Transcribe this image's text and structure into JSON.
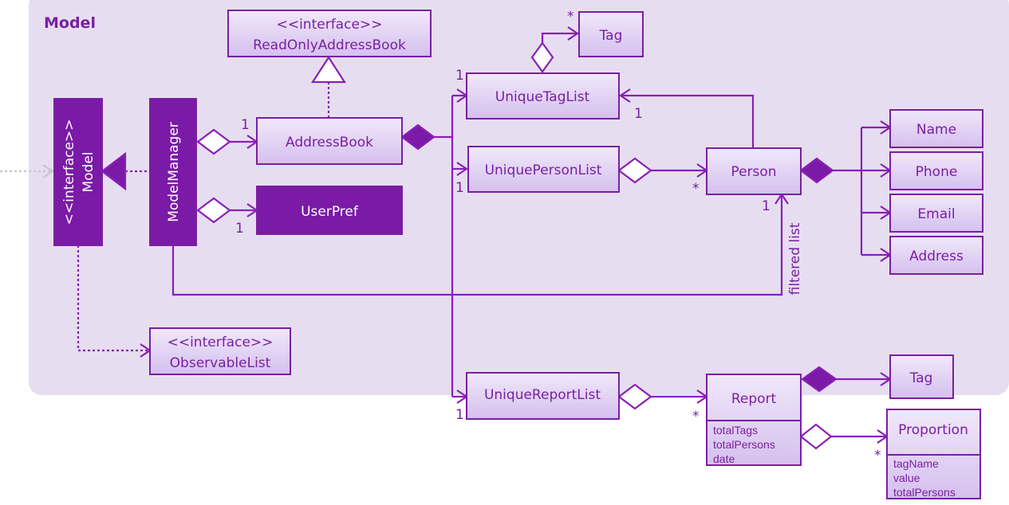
{
  "title": "Model",
  "colors": {
    "package_bg": "#e6def0",
    "box_fill_top": "#efe5f9",
    "box_fill_bottom": "#d6c2ef",
    "stroke": "#7a1fa2",
    "dark_fill": "#7a1aa6",
    "line": "#8a1fb6"
  },
  "boxes": {
    "readonly": {
      "stereotype": "<<interface>>",
      "name": "ReadOnlyAddressBook"
    },
    "tag_top": {
      "name": "Tag"
    },
    "unique_tag_list": {
      "name": "UniqueTagList"
    },
    "model": {
      "stereotype": "<<interface>>",
      "name": "Model"
    },
    "model_manager": {
      "name": "ModelManager"
    },
    "address_book": {
      "name": "AddressBook"
    },
    "user_pref": {
      "name": "UserPref"
    },
    "unique_person_list": {
      "name": "UniquePersonList"
    },
    "person": {
      "name": "Person"
    },
    "name": {
      "name": "Name"
    },
    "phone": {
      "name": "Phone"
    },
    "email": {
      "name": "Email"
    },
    "address": {
      "name": "Address"
    },
    "observable_list": {
      "stereotype": "<<interface>>",
      "name": "ObservableList"
    },
    "unique_report_list": {
      "name": "UniqueReportList"
    },
    "report": {
      "name": "Report",
      "attributes": [
        "totalTags",
        "totalPersons",
        "date"
      ]
    },
    "tag_bottom": {
      "name": "Tag"
    },
    "proportion": {
      "name": "Proportion",
      "attributes": [
        "tagName",
        "value",
        "totalPersons"
      ]
    }
  },
  "multiplicities": {
    "tag_star": "*",
    "tag_list_one_top": "1",
    "tag_list_one_right": "1",
    "address_book_one": "1",
    "person_list_one": "1",
    "person_star": "*",
    "user_pref_one": "1",
    "person_one": "1",
    "report_list_one": "1",
    "report_star": "*",
    "proportion_star": "*"
  },
  "labels": {
    "filtered_list": "filtered list"
  }
}
